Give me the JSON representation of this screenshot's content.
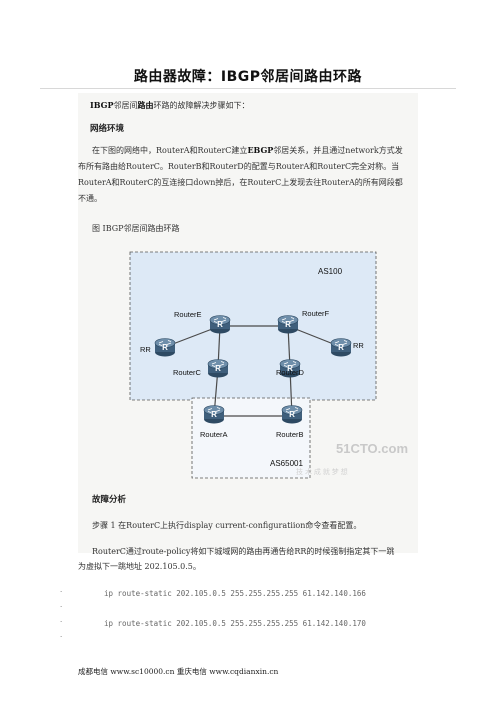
{
  "title": "路由器故障：IBGP邻居间路由环路",
  "intro": {
    "b1": "IBGP",
    "t1": "邻居间",
    "b2": "路由",
    "t2": "环路的故障解决步骤如下："
  },
  "env_heading": "网络环境",
  "env_line1": "在下图的网络中，RouterA和RouterC建立",
  "env_ebgp": "EBGP",
  "env_line1b": "邻居关系，并且通过network方式发",
  "env_line2": "布所有路由给RouterC。RouterB和RouterD的配置与RouterA和RouterC完全对称。当",
  "env_line3": "RouterA和RouterC的互连接口down掉后，在RouterC上发现去往RouterA的所有网段都",
  "env_line4": "不通。",
  "fig_caption": "图 IBGP邻居间路由环路",
  "diagram": {
    "as100": "AS100",
    "as65001": "AS65001",
    "router_e": "RouterE",
    "router_f": "RouterF",
    "router_c": "RouterC",
    "router_d": "RouterD",
    "router_a": "RouterA",
    "router_b": "RouterB",
    "rr_left": "RR",
    "rr_right": "RR",
    "icon_glyph": "R",
    "watermark_top": "51CTO.com",
    "watermark_bottom": "技 术 成 就 梦 想"
  },
  "analysis_heading": "故障分析",
  "step1a": "步骤 1 在RouterC上执行",
  "step1cmd": "display current-configuratiion",
  "step1b": "命令查看配置。",
  "routec_line1": "RouterC通过route-policy将如下城域网的路由再通告给RR的时候强制指定其下一跳",
  "routec_line2": "为虚拟下一跳地址 202.105.0.5。",
  "cmd1": "ip route-static 202.105.0.5 255.255.255.255 61.142.140.166",
  "cmd2": "ip route-static 202.105.0.5 255.255.255.255 61.142.140.170",
  "footer": "成都电信 www.sc10000.cn 重庆电信 www.cqdianxin.cn",
  "colors": {
    "router_fill": "#3f5f7c",
    "as100_fill": "#dde9f6",
    "dash": "#555555"
  }
}
